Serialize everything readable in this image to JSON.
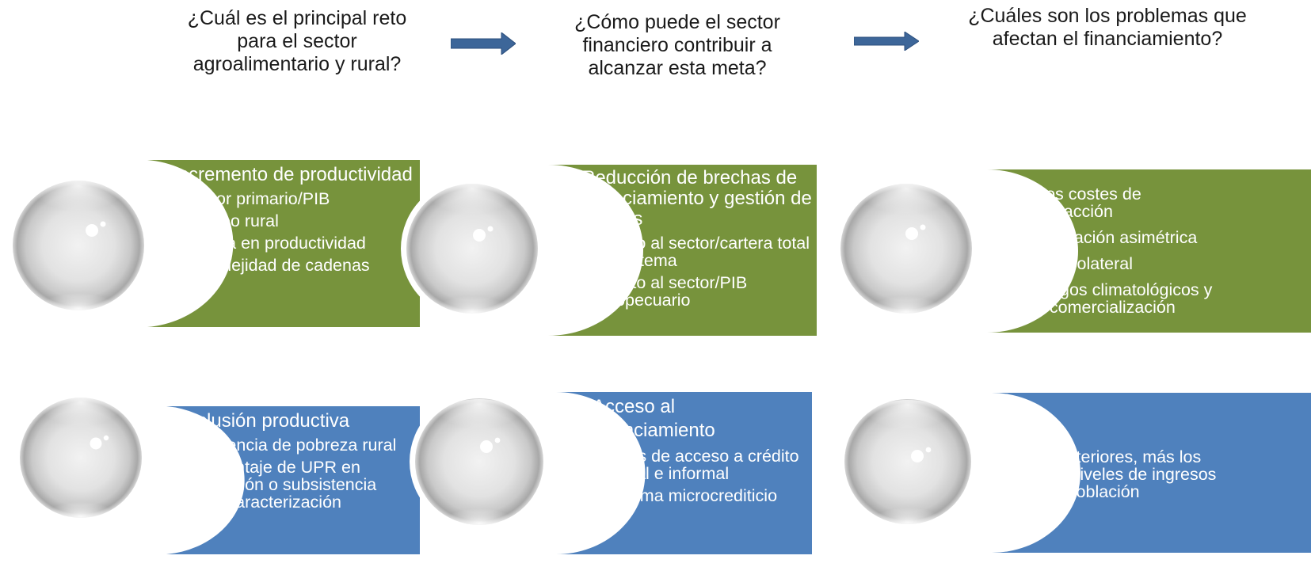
{
  "colors": {
    "green": "#77933c",
    "blue": "#4f81bd",
    "arrow": "#3d6699"
  },
  "questions": [
    "¿Cuál es el principal reto para el sector agroalimentario y rural?",
    "¿Cómo puede el sector financiero contribuir a alcanzar esta meta?",
    "¿Cuáles son los problemas que afectan el financiamiento?"
  ],
  "row1": {
    "reto": {
      "title": "Incremento de productividad",
      "bullets": [
        "Sector primario/PIB",
        "Empleo rural",
        "Brecha en productividad",
        "Complejidad de cadenas"
      ]
    },
    "contribucion": {
      "title": "Reducción de brechas de financiamiento y gestión de riesgos",
      "bullets": [
        "Crédito al sector/cartera total del sistema",
        "Crédito al sector/PIB agropecuario"
      ]
    },
    "problemas": {
      "items": [
        "Altos costes de transacción",
        "Información asimétrica",
        "Falta colateral",
        "Riesgos climatológicos y de comercialización"
      ]
    }
  },
  "row2": {
    "reto": {
      "title": "Inclusión productiva",
      "bullets": [
        "Incidencia de pobreza rural",
        "Porcentaje de UPR en transición o subsistencia y su caracterización"
      ]
    },
    "contribucion": {
      "title": "Acceso al financiamiento",
      "bullets": [
        "Datos de acceso a crédito formal e informal",
        "Sistema microcrediticio"
      ]
    },
    "problemas": {
      "text": "Los anteriores, más los bajos niveles de ingresos de la población"
    }
  }
}
